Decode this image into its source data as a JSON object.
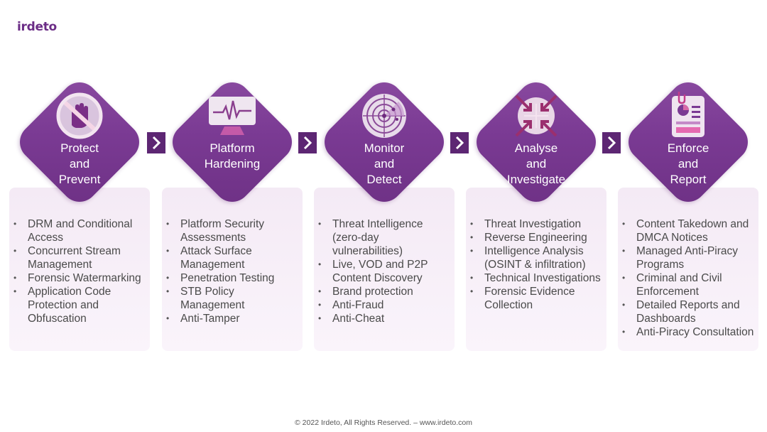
{
  "logo": "irdeto",
  "colors": {
    "primary": "#7a3a93",
    "dark": "#5d2673",
    "card": "#f4eaf5"
  },
  "stages": [
    {
      "title": "Protect\nand\nPrevent",
      "icon": "stop-hand-icon",
      "items": [
        "DRM and Conditional Access",
        "Concurrent Stream Management",
        "Forensic Watermarking",
        "Application Code Protection and Obfuscation"
      ]
    },
    {
      "title": "Platform\nHardening",
      "icon": "heartbeat-monitor-icon",
      "items": [
        "Platform Security Assessments",
        "Attack Surface Management",
        "Penetration Testing",
        "STB Policy Management",
        "Anti-Tamper"
      ]
    },
    {
      "title": "Monitor\nand\nDetect",
      "icon": "radar-icon",
      "items": [
        "Threat Intelligence (zero-day vulnerabilities)",
        "Live, VOD and P2P Content Discovery",
        "Brand protection",
        "Anti-Fraud",
        "Anti-Cheat"
      ]
    },
    {
      "title": "Analyse\nand\nInvestigate",
      "icon": "focus-arrows-icon",
      "items": [
        "Threat Investigation",
        "Reverse Engineering",
        "Intelligence Analysis (OSINT & infiltration)",
        "Technical Investigations",
        "Forensic Evidence Collection"
      ]
    },
    {
      "title": "Enforce\nand\nReport",
      "icon": "report-document-icon",
      "items": [
        "Content Takedown and DMCA Notices",
        "Managed Anti-Piracy Programs",
        "Criminal and Civil Enforcement",
        "Detailed Reports and Dashboards",
        "Anti-Piracy Consultation"
      ]
    }
  ],
  "footer": "© 2022 Irdeto, All Rights Reserved. – www.irdeto.com"
}
